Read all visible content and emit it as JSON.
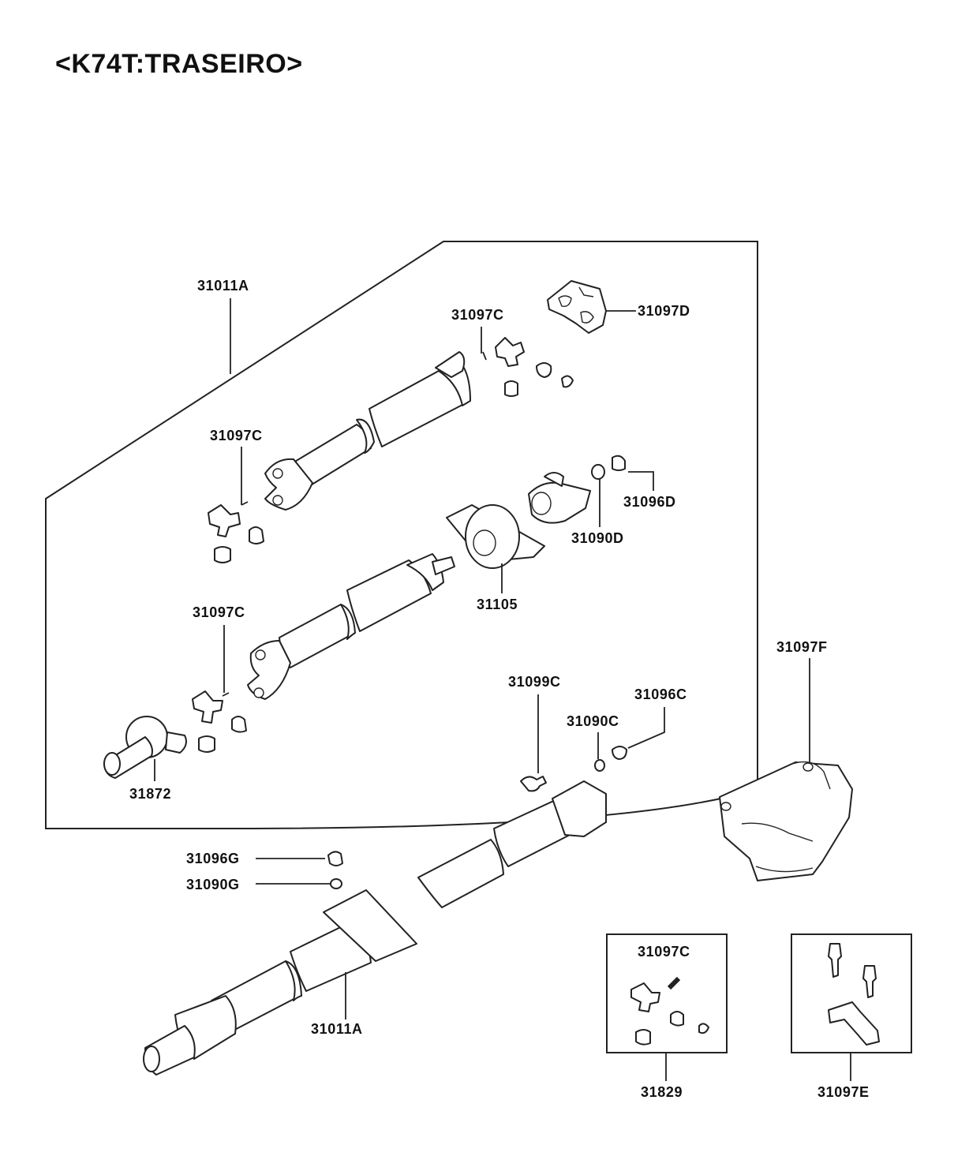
{
  "title": "<K74T:TRASEIRO>",
  "labels": {
    "shaft_upper": "31011A",
    "clip_top": "31097C",
    "yoke_top": "31097D",
    "clip_mid": "31097C",
    "nut_d": "31096D",
    "washer_d": "31090D",
    "bearing": "31105",
    "clip_low": "31097C",
    "flange": "31872",
    "yoke_f": "31097F",
    "bolt_c": "31099C",
    "nut_c": "31096C",
    "washer_c": "31090C",
    "nut_g": "31096G",
    "washer_g": "31090G",
    "shaft_lower": "31011A",
    "kit_clip": "31097C",
    "kit_spider": "31829",
    "kit_yoke": "31097E"
  }
}
